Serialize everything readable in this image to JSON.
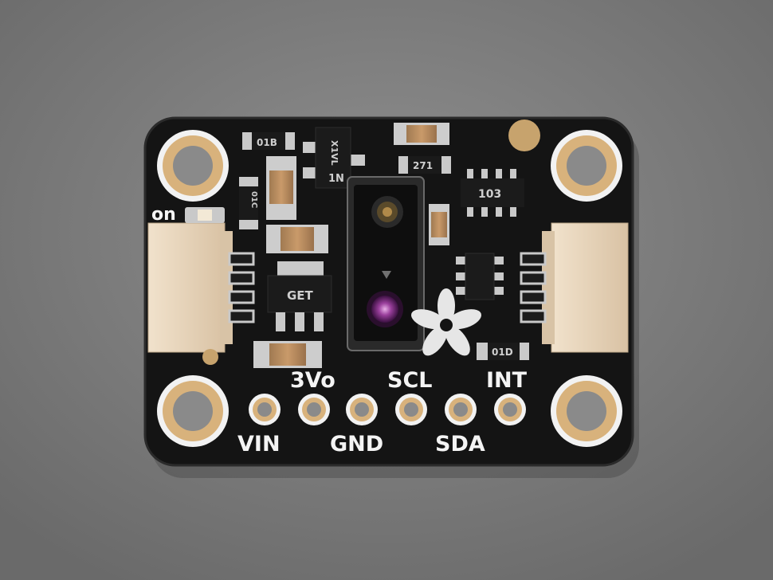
{
  "board": {
    "pins": [
      {
        "label": "VIN"
      },
      {
        "label": "3Vo"
      },
      {
        "label": "GND"
      },
      {
        "label": "SCL"
      },
      {
        "label": "SDA"
      },
      {
        "label": "INT"
      }
    ],
    "led_label": "on",
    "regulator_mark": "GET",
    "chip_mark": "1N",
    "chip_mark_rot": "X1VL",
    "resistor_marks": [
      "01B",
      "271",
      "103",
      "01C",
      "01D"
    ]
  },
  "colors": {
    "background": "#7e7e7e",
    "pcb": "#141414",
    "pad_gold": "#d8b27c",
    "connector": "#e9d6bd",
    "sensor_lens": "#8a3c8f"
  },
  "icons": [
    "adafruit-flower-logo-icon"
  ]
}
